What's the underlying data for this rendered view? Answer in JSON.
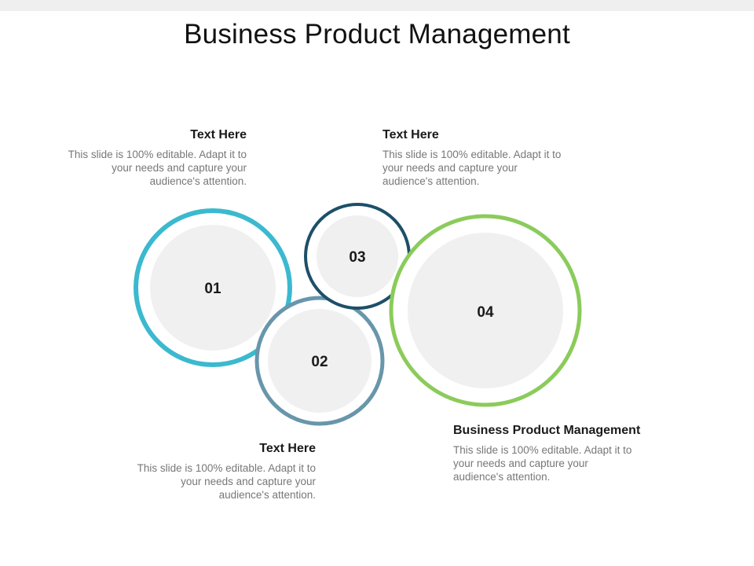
{
  "title": "Business Product Management",
  "colors": {
    "circle_01": "#3bb9cf",
    "circle_02": "#6896ab",
    "circle_03": "#1d4f68",
    "circle_04": "#8bcb5b",
    "inner_fill": "#f0f0f0"
  },
  "circles": [
    {
      "number": "01"
    },
    {
      "number": "02"
    },
    {
      "number": "03"
    },
    {
      "number": "04"
    }
  ],
  "blocks": [
    {
      "heading": "Text Here",
      "lines": [
        "This slide is 100% editable. Adapt it to",
        "your needs and capture your",
        "audience's attention."
      ]
    },
    {
      "heading": "Text Here",
      "lines": [
        "This slide is 100% editable. Adapt it to",
        "your needs and capture your",
        "audience's attention."
      ]
    },
    {
      "heading": "Text Here",
      "lines": [
        "This slide is 100% editable. Adapt it to",
        "your needs and capture your",
        "audience's attention."
      ]
    },
    {
      "heading": "Business Product Management",
      "lines": [
        "This slide is 100% editable. Adapt it to",
        "your needs and capture your",
        "audience's attention."
      ]
    }
  ]
}
